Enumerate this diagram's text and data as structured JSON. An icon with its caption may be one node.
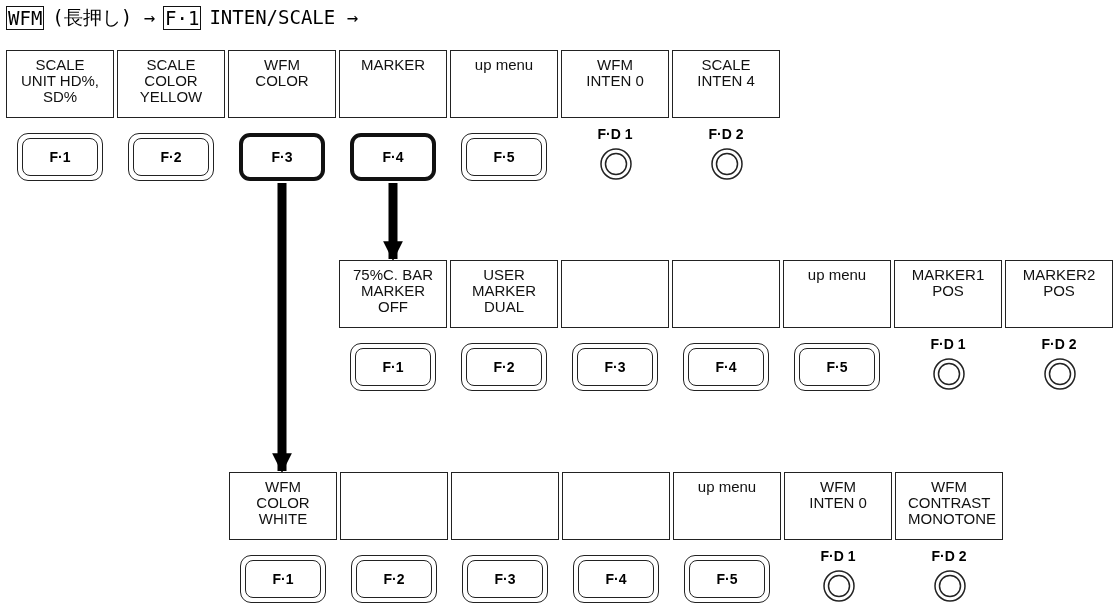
{
  "diagram": {
    "nodes": [
      {
        "text": [
          "SCALE UNIT HD%, SD%"
        ]
      },
      {
        "text": [
          "SCALE COLOR YELLOW"
        ]
      },
      {
        "text": [
          "WFM COLOR"
        ]
      },
      {
        "text": [
          "MARKER"
        ]
      },
      {
        "text": [
          "up menu"
        ]
      },
      {
        "text": [
          "WFM INTEN 0"
        ]
      },
      {
        "text": [
          "SCALE INTEN 4"
        ]
      },
      {
        "text": [
          "F·1"
        ]
      },
      {
        "text": [
          "F·2"
        ]
      },
      {
        "text": [
          "F·3"
        ]
      },
      {
        "text": [
          "F·4"
        ]
      },
      {
        "text": [
          "F·5"
        ]
      },
      {
        "text": [
          "F·D 1"
        ]
      },
      {
        "text": [
          "F·D 2"
        ]
      },
      {
        "text": [
          "75%C. BAR MARKER OFF"
        ]
      },
      {
        "text": [
          "USER MARKER DUAL"
        ]
      },
      {
        "text": [],
        "shape": "box"
      },
      {
        "text": [],
        "shape": "box"
      },
      {
        "text": [
          "up menu"
        ]
      },
      {
        "text": [
          "MARKER1 POS"
        ]
      },
      {
        "text": [
          "MARKER2 POS"
        ]
      },
      {
        "text": [
          "F·1"
        ]
      },
      {
        "text": [
          "F·2"
        ]
      },
      {
        "text": [
          "F·3"
        ]
      },
      {
        "text": [
          "F·4"
        ]
      },
      {
        "text": [
          "F·5"
        ]
      },
      {
        "text": [
          "F·D 1"
        ]
      },
      {
        "text": [
          "F·D 2"
        ]
      },
      {
        "text": [
          "WFM COLOR WHITE"
        ]
      },
      {
        "text": [],
        "shape": "box"
      },
      {
        "text": [],
        "shape": "box"
      },
      {
        "text": [],
        "shape": "box"
      },
      {
        "text": [
          "up menu"
        ]
      },
      {
        "text": [
          "WFM INTEN 0"
        ]
      },
      {
        "text": [
          "WFM CONTRAST MONOTONE"
        ]
      },
      {
        "text": [
          "F·1"
        ]
      },
      {
        "text": [
          "F·2"
        ]
      },
      {
        "text": [
          "F·3"
        ]
      },
      {
        "text": [
          "F·4"
        ]
      },
      {
        "text": [
          "F·5"
        ]
      },
      {
        "text": [
          "F·D 1"
        ]
      },
      {
        "text": [
          "F·D 2"
        ]
      }
    ],
    "edges": [
      {
        "from": 9,
        "to": 28,
        "arrow": "to"
      },
      {
        "from": 10,
        "to": 14,
        "arrow": "to"
      }
    ],
    "labels": [
      "WFM",
      "(長押し) →",
      "F·1",
      "INTEN/SCALE →"
    ]
  }
}
